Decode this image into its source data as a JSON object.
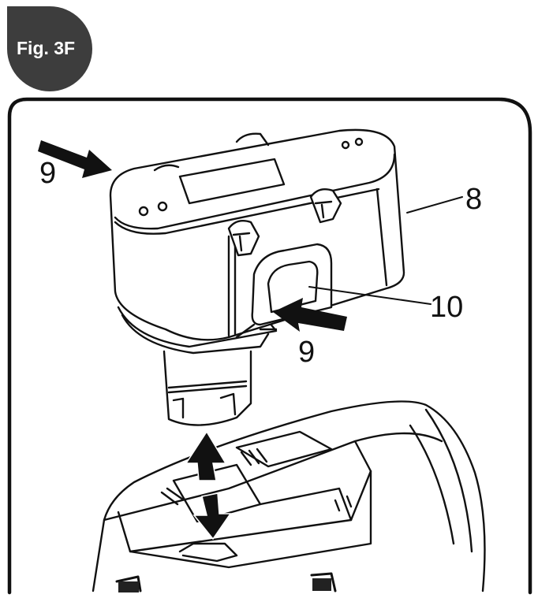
{
  "figure": {
    "badge_label": "Fig. 3F",
    "badge_color": "#3d3d3d"
  },
  "callouts": {
    "battery_pack": "8",
    "release_button_left": "9",
    "release_button_right": "9",
    "release_latch": "10"
  },
  "colors": {
    "line": "#111111",
    "background": "#ffffff"
  }
}
